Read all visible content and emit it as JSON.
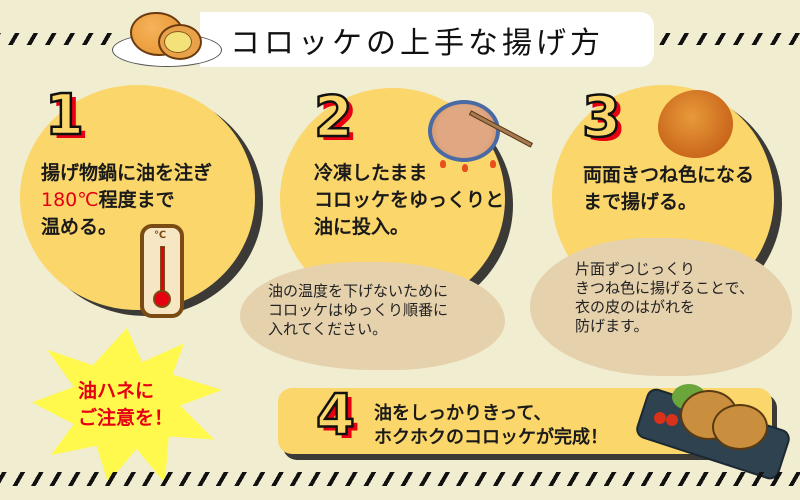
{
  "header": {
    "title": "コロッケの上手な揚げ方"
  },
  "steps": [
    {
      "number": "1",
      "lines": [
        "揚げ物鍋に油を注ぎ",
        "180℃",
        "程度まで",
        "温める。"
      ],
      "highlight": "180℃",
      "illustration": "thermometer-icon"
    },
    {
      "number": "2",
      "lines": [
        "冷凍したまま",
        "コロッケをゆっくりと",
        "油に投入。"
      ],
      "tip": [
        "油の温度を下げないために",
        "コロッケはゆっくり順番に",
        "入れてください。"
      ],
      "illustration": "frying-pan-icon"
    },
    {
      "number": "3",
      "lines": [
        "両面きつね色になる",
        "まで揚げる。"
      ],
      "tip": [
        "片面ずつじっくり",
        "きつね色に揚げることで、",
        "衣の皮のはがれを",
        "防げます。"
      ],
      "illustration": "croquette-icon"
    },
    {
      "number": "4",
      "lines": [
        "油をしっかりきって、",
        "ホクホクのコロッケが完成！"
      ],
      "illustration": "croquette-platter-icon"
    }
  ],
  "warning": {
    "lines": [
      "油ハネに",
      "ご注意を！"
    ]
  },
  "colors": {
    "background": "#f1edd1",
    "circle": "#fbd66a",
    "accent_red": "#e60012",
    "cloud": "#e6d1ad",
    "shadow": "#3b3a36",
    "warning": "#fff94d"
  }
}
